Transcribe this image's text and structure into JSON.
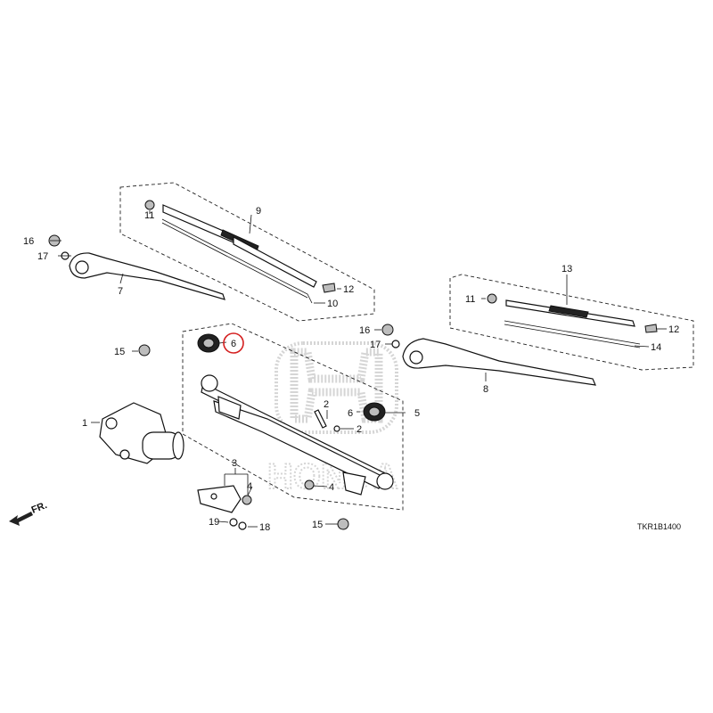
{
  "diagram_code": "TKR1B1400",
  "front_indicator": "FR.",
  "highlight_color": "#d42020",
  "watermark": "HONDA",
  "callouts": {
    "c1": "1",
    "c2a": "2",
    "c2b": "2",
    "c3": "3",
    "c4a": "4",
    "c4b": "4",
    "c5": "5",
    "c6a": "6",
    "c6b": "6",
    "c7": "7",
    "c8": "8",
    "c9": "9",
    "c10": "10",
    "c11a": "11",
    "c11b": "11",
    "c12a": "12",
    "c12b": "12",
    "c13": "13",
    "c14": "14",
    "c15a": "15",
    "c15b": "15",
    "c16a": "16",
    "c16b": "16",
    "c17a": "17",
    "c17b": "17",
    "c18": "18",
    "c19": "19"
  }
}
